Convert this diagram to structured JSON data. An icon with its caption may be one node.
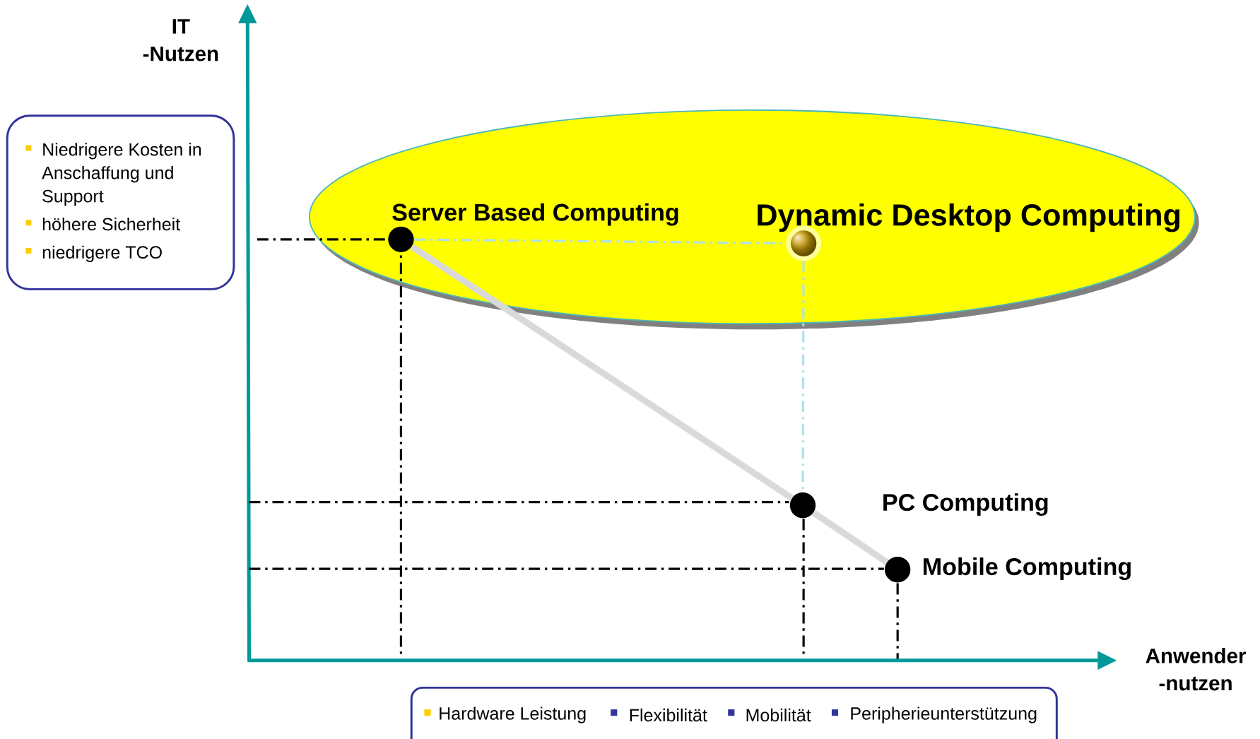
{
  "diagram": {
    "nodes": [
      {
        "text": [
          "Niedrigere Kosten in Anschaffung und Support",
          "höhere Sicherheit",
          "niedrigere TCO"
        ]
      },
      {
        "text": [],
        "shape": "ellipse"
      },
      {
        "text": [],
        "shape": "circle",
        "in": 1,
        "beside": [
          "Server Based Computing"
        ]
      },
      {
        "text": [],
        "shape": "circle",
        "in": 1,
        "beside": [
          "Dynamic Desktop Computing"
        ]
      },
      {
        "text": [],
        "shape": "circle",
        "beside": [
          "PC Computing"
        ]
      },
      {
        "text": [],
        "shape": "circle",
        "beside": [
          "Mobile Computing"
        ]
      }
    ],
    "edges": [
      {
        "from": 2,
        "to": 3,
        "arrow": "none",
        "style": "dashed",
        "color": "#b0e0e8"
      },
      {
        "from": 3,
        "to": 4,
        "arrow": "none",
        "style": "dashed",
        "color": "#b0e0e8"
      },
      {
        "from": 2,
        "to": 4,
        "arrow": "none",
        "style": "thick",
        "color": "#d9d9d9"
      },
      {
        "from": 4,
        "to": 5,
        "arrow": "none",
        "style": "thick",
        "color": "#d9d9d9"
      }
    ],
    "labels": [
      "IT -Nutzen",
      "Anwender -nutzen"
    ],
    "legend": [
      {
        "text": "Hardware Leistung",
        "color": "#ffcc00"
      },
      {
        "text": "Flexibilität",
        "color": "#333399"
      },
      {
        "text": "Mobilität",
        "color": "#333399"
      },
      {
        "text": "Peripherieunterstützung",
        "color": "#333399"
      }
    ]
  }
}
